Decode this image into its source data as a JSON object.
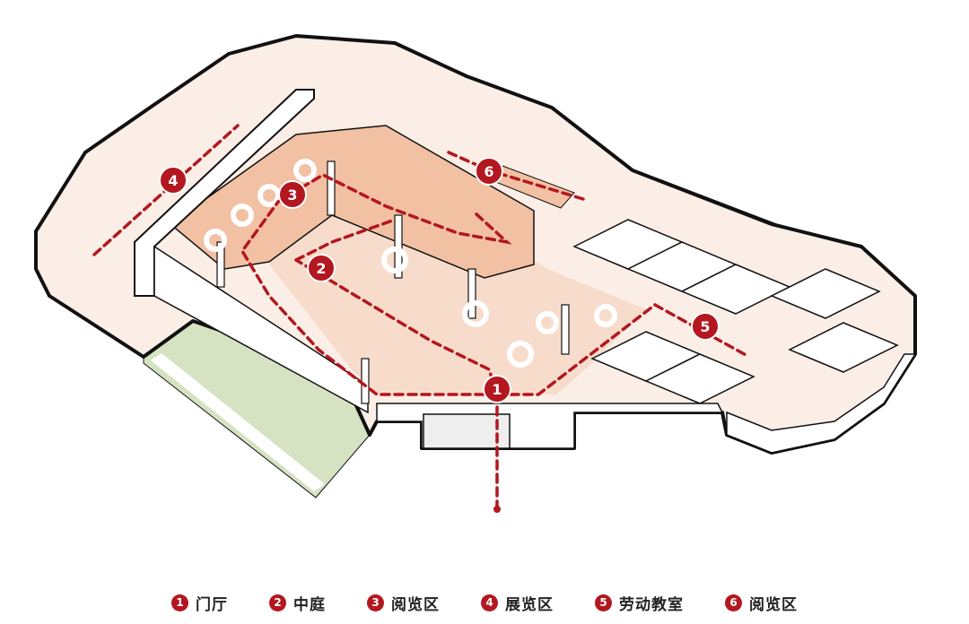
{
  "colors": {
    "accent": "#b3171f",
    "floor": "#f7dccb",
    "floor_dark": "#f2c0a2",
    "grass": "#d6e3c3",
    "wall": "#111111"
  },
  "markers": [
    {
      "id": "1",
      "label": "门厅"
    },
    {
      "id": "2",
      "label": "中庭"
    },
    {
      "id": "3",
      "label": "阅览区"
    },
    {
      "id": "4",
      "label": "展览区"
    },
    {
      "id": "5",
      "label": "劳动教室"
    },
    {
      "id": "6",
      "label": "阅览区"
    }
  ]
}
